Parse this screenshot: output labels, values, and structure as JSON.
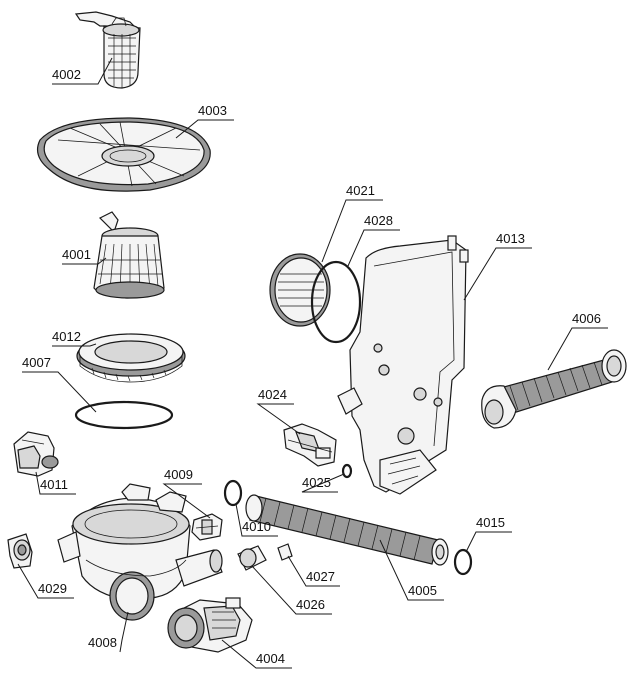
{
  "diagram": {
    "callouts": [
      {
        "id": "c4002",
        "label": "4002"
      },
      {
        "id": "c4003",
        "label": "4003"
      },
      {
        "id": "c4001",
        "label": "4001"
      },
      {
        "id": "c4012",
        "label": "4012"
      },
      {
        "id": "c4007",
        "label": "4007"
      },
      {
        "id": "c4011",
        "label": "4011"
      },
      {
        "id": "c4009",
        "label": "4009"
      },
      {
        "id": "c4029",
        "label": "4029"
      },
      {
        "id": "c4008",
        "label": "4008"
      },
      {
        "id": "c4004",
        "label": "4004"
      },
      {
        "id": "c4010",
        "label": "4010"
      },
      {
        "id": "c4026",
        "label": "4026"
      },
      {
        "id": "c4027",
        "label": "4027"
      },
      {
        "id": "c4021",
        "label": "4021"
      },
      {
        "id": "c4028",
        "label": "4028"
      },
      {
        "id": "c4013",
        "label": "4013"
      },
      {
        "id": "c4006",
        "label": "4006"
      },
      {
        "id": "c4024",
        "label": "4024"
      },
      {
        "id": "c4025",
        "label": "4025"
      },
      {
        "id": "c4005",
        "label": "4005"
      },
      {
        "id": "c4015",
        "label": "4015"
      }
    ]
  }
}
